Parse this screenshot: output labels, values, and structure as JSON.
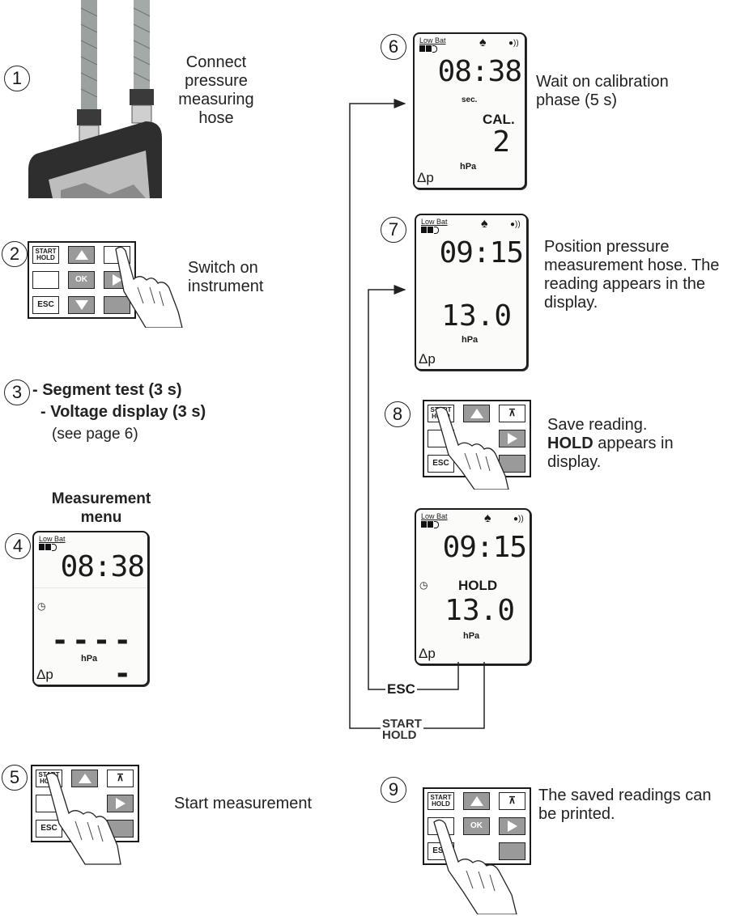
{
  "steps": {
    "s1": {
      "num": "1",
      "text": [
        "Connect",
        "pressure",
        "measuring",
        "hose"
      ]
    },
    "s2": {
      "num": "2",
      "text": [
        "Switch on",
        "instrument"
      ]
    },
    "s3": {
      "num": "3",
      "lines": [
        "- Segment test (3 s)",
        "- Voltage display (3 s)"
      ],
      "note": "(see page 6)"
    },
    "s4": {
      "num": "4",
      "heading": [
        "Measurement",
        "menu"
      ]
    },
    "s5": {
      "num": "5",
      "text": "Start measurement"
    },
    "s6": {
      "num": "6",
      "text": [
        "Wait on calibration",
        "phase (5 s)"
      ]
    },
    "s7": {
      "num": "7",
      "text": [
        "Position pressure",
        "measurement hose. The",
        "reading appears in the",
        "display."
      ]
    },
    "s8": {
      "num": "8",
      "text_a": "Save reading.",
      "text_b_bold": "HOLD",
      "text_b": " appears in",
      "text_c": "display."
    },
    "s9": {
      "num": "9",
      "text": [
        "The saved readings can",
        "be printed."
      ]
    }
  },
  "displays": {
    "d4": {
      "low_bat": "Low Bat",
      "time": "08:38",
      "value": "-----",
      "unit": "hPa",
      "mode": "Δp"
    },
    "d6": {
      "low_bat": "Low Bat",
      "time": "08:38",
      "sec": "sec.",
      "status": "CAL.",
      "value": "2",
      "unit": "hPa",
      "mode": "Δp"
    },
    "d7": {
      "low_bat": "Low Bat",
      "time": "09:15",
      "value": "13.0",
      "unit": "hPa",
      "mode": "Δp"
    },
    "d8": {
      "low_bat": "Low Bat",
      "time": "09:15",
      "status": "HOLD",
      "value": "13.0",
      "unit": "hPa",
      "mode": "Δp"
    }
  },
  "keys": {
    "start": "START",
    "hold": "HOLD",
    "ok": "OK",
    "esc": "ESC"
  },
  "flow_labels": {
    "esc": "ESC",
    "start": "START",
    "hold": "HOLD"
  }
}
